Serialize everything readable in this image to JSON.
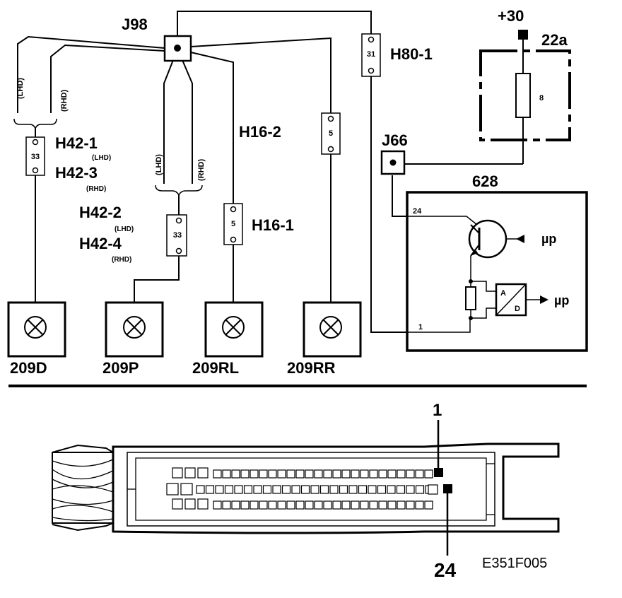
{
  "diagram": {
    "connector_j98": "J98",
    "connector_j66": "J66",
    "supply": "+30",
    "fuse_22a": {
      "label": "22a",
      "value": "8"
    },
    "fuse_h80_1": {
      "label": "H80-1",
      "value": "31"
    },
    "fuse_h42_1_3": {
      "label_top": "H42-1",
      "sub_top": "(LHD)",
      "label_bottom": "H42-3",
      "sub_bottom": "(RHD)",
      "value": "33"
    },
    "fuse_h42_2_4": {
      "label_top": "H42-2",
      "sub_top": "(LHD)",
      "label_bottom": "H42-4",
      "sub_bottom": "(RHD)",
      "value": "33"
    },
    "fuse_h16_2": {
      "label": "H16-2",
      "value": "5"
    },
    "fuse_h16_1": {
      "label": "H16-1",
      "value": "5"
    },
    "branch_lhd": "(LHD)",
    "branch_rhd": "(RHD)",
    "ecu": {
      "label": "628",
      "pin_24": "24",
      "pin_1": "1",
      "up_1": "µp",
      "up_2": "µp",
      "ad_a": "A",
      "ad_d": "D"
    },
    "lamps": {
      "l1": "209D",
      "l2": "209P",
      "l3": "209RL",
      "l4": "209RR"
    },
    "connector": {
      "pin_1": "1",
      "pin_24": "24"
    },
    "figure_code": "E351F005"
  }
}
